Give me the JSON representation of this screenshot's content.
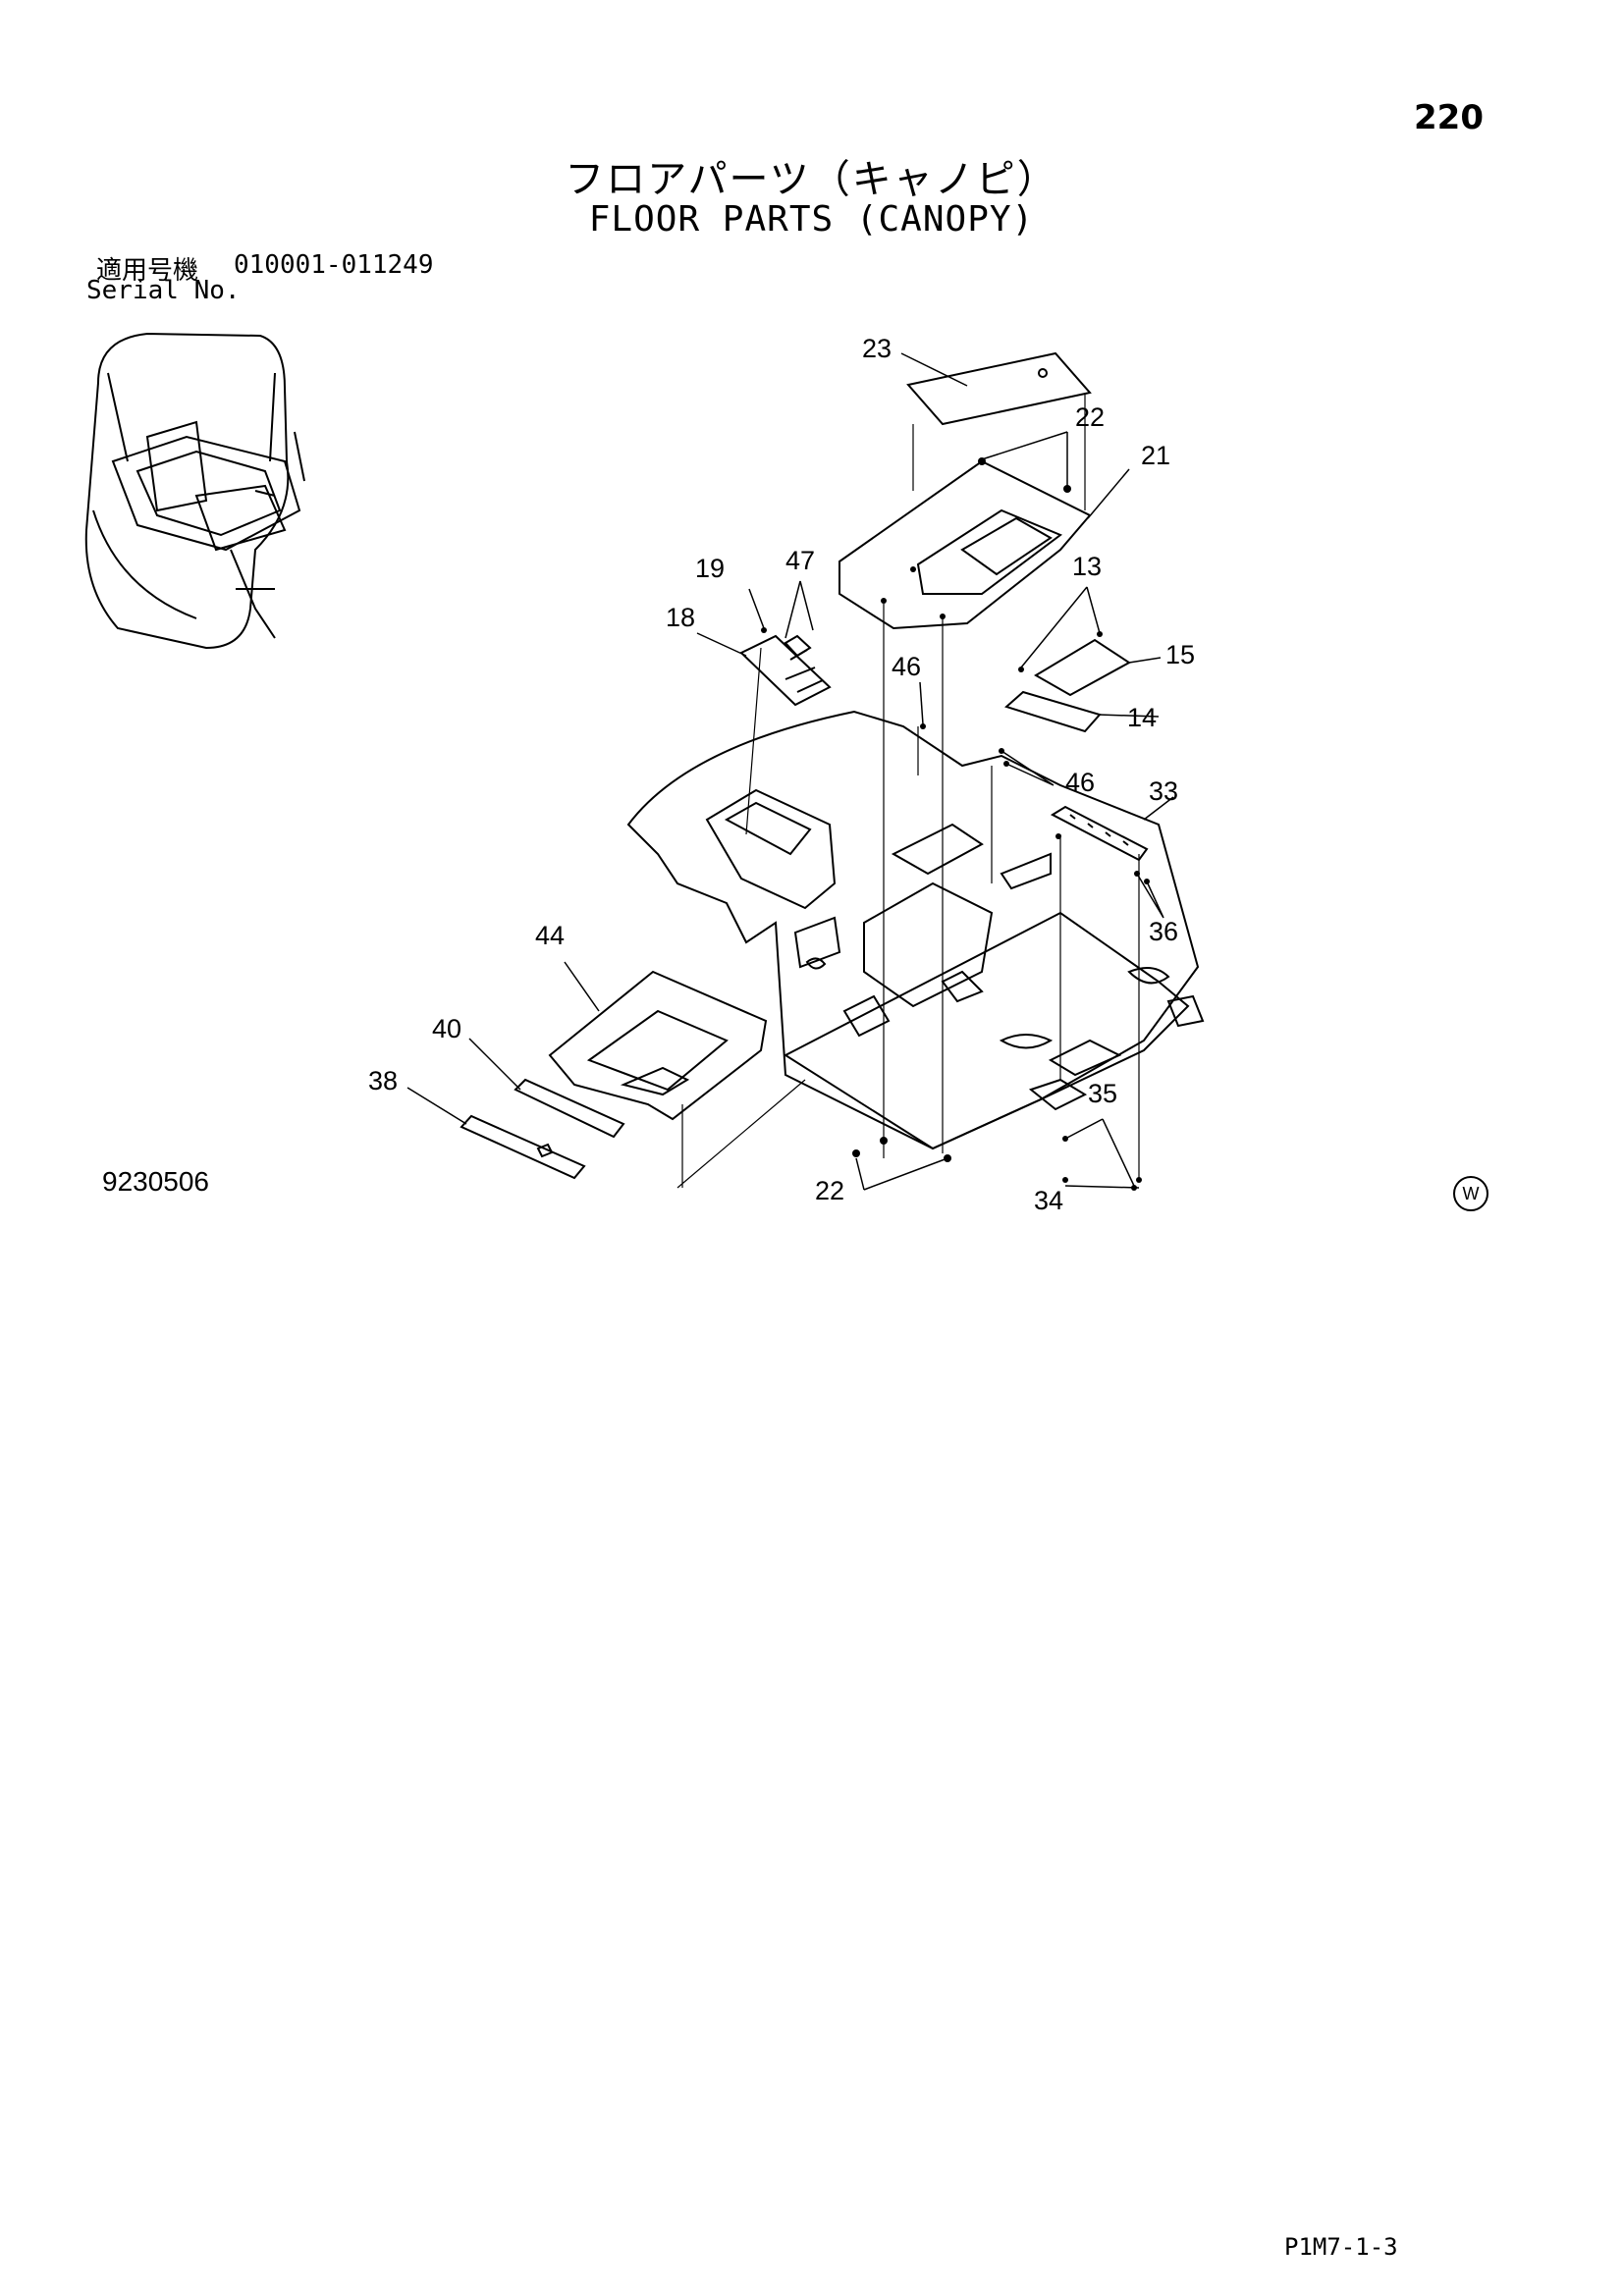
{
  "page_number": "220",
  "title_jp": "フロアパーツ（キャノピ）",
  "title_en": "FLOOR PARTS (CANOPY)",
  "serial": {
    "label_jp": "適用号機",
    "range": "010001-011249",
    "label_en": "Serial No."
  },
  "drawing_code": "9230506",
  "footer_code": "P1M7-1-3",
  "mark": "W",
  "callouts": {
    "c23": "23",
    "c22a": "22",
    "c21": "21",
    "c19": "19",
    "c47": "47",
    "c18": "18",
    "c13": "13",
    "c15": "15",
    "c46a": "46",
    "c14": "14",
    "c46b": "46",
    "c33": "33",
    "c36": "36",
    "c44": "44",
    "c40": "40",
    "c38": "38",
    "c35": "35",
    "c22b": "22",
    "c34": "34"
  }
}
